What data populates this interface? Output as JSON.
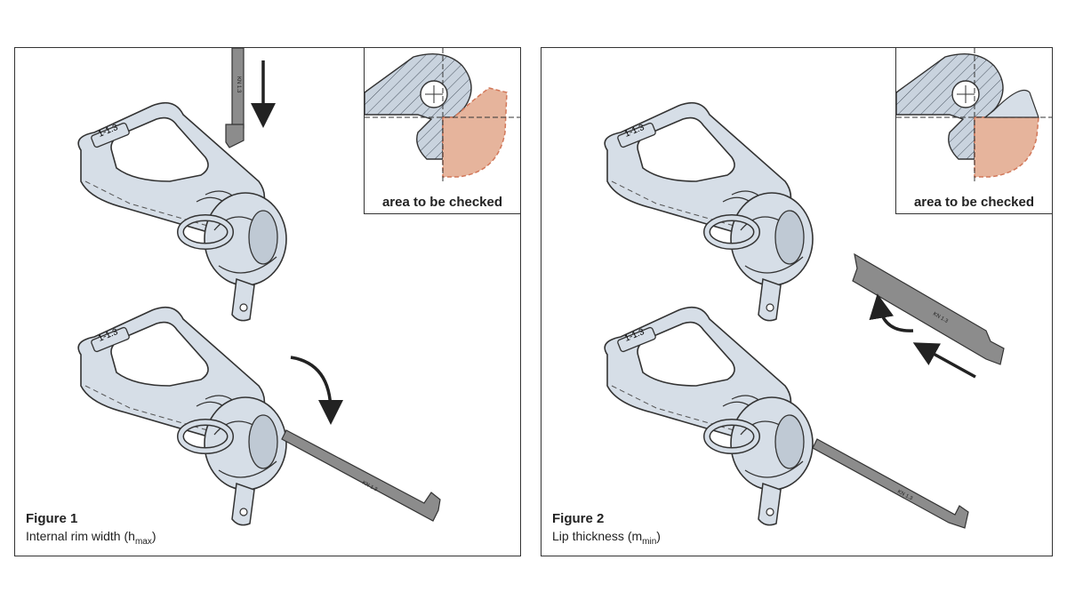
{
  "panels": [
    {
      "figure_label": "Figure 1",
      "caption_text": "Internal rim width (h",
      "caption_subscript": "max",
      "caption_suffix": ")",
      "inset_caption": "area to be checked",
      "shackle_tag": "1-1.3",
      "gauge_label": "KN 1.3"
    },
    {
      "figure_label": "Figure 2",
      "caption_text": "Lip thickness (m",
      "caption_subscript": "min",
      "caption_suffix": ")",
      "inset_caption": "area to be checked",
      "shackle_tag": "1-1.3",
      "gauge_label": "KN 1.3"
    }
  ],
  "colors": {
    "part_fill": "#d6dee7",
    "part_stroke": "#333333",
    "gauge_fill": "#8c8c8c",
    "highlight_fill": "#e6b49c",
    "highlight_stroke": "#d2785a",
    "hatch_fill": "#c9d3de"
  }
}
